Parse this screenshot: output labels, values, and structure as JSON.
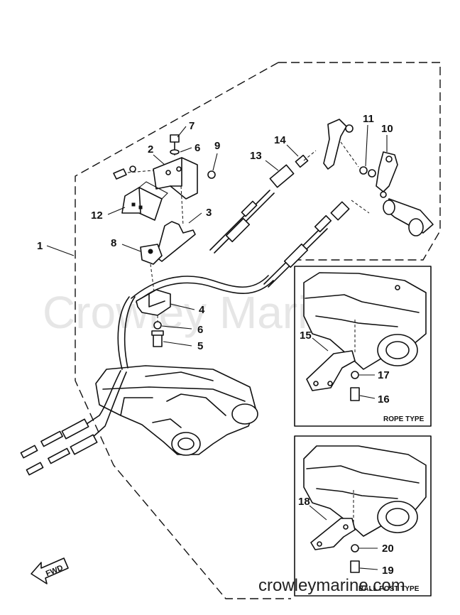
{
  "watermark": "Crowley Marine",
  "site_url": "crowleymarine.com",
  "fwd_label": "FWD",
  "insets": [
    {
      "caption": "ROPE TYPE"
    },
    {
      "caption": "BALL POST TYPE"
    }
  ],
  "callouts": [
    "1",
    "2",
    "3",
    "4",
    "5",
    "6",
    "7",
    "6",
    "8",
    "9",
    "10",
    "11",
    "12",
    "13",
    "14",
    "15",
    "16",
    "17",
    "18",
    "19",
    "20"
  ]
}
